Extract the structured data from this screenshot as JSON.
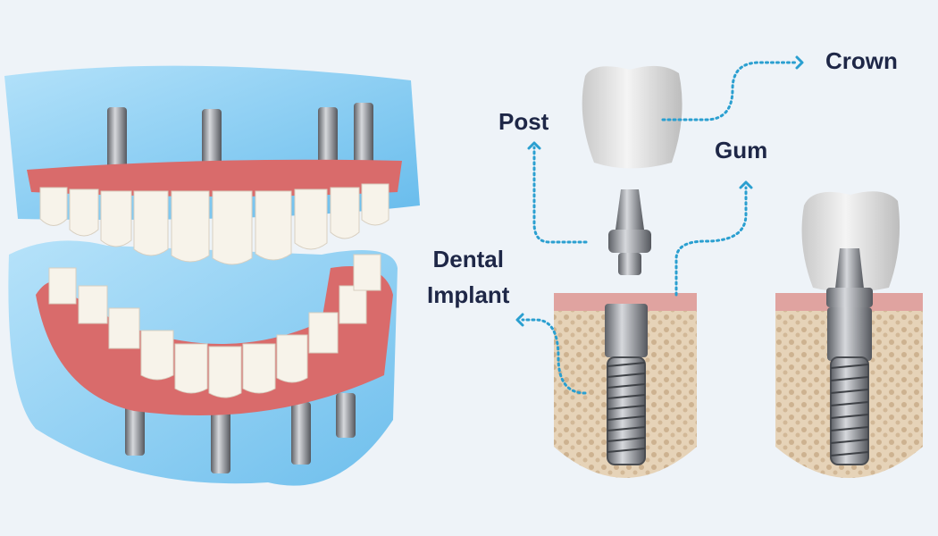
{
  "labels": {
    "crown": "Crown",
    "post": "Post",
    "gum": "Gum",
    "implant_line1": "Dental",
    "implant_line2": "Implant"
  },
  "colors": {
    "background": "#eef3f8",
    "label_text": "#1e2747",
    "leader_line": "#2a9fd0",
    "gum": "#d96b6b",
    "bone": "#e3cfb4",
    "acrylic": "#6fc3ef",
    "metal": "#8a8d93"
  },
  "icons": [
    "full-arch-denture-illustration",
    "crown-illustration",
    "post-abutment-illustration",
    "implant-in-bone-illustration",
    "assembled-implant-illustration"
  ]
}
